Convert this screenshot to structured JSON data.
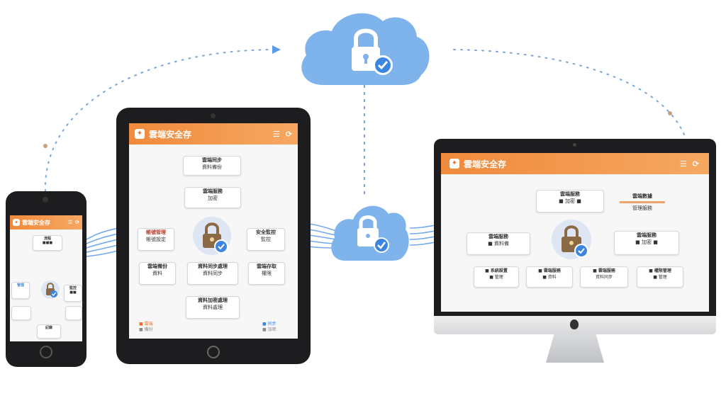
{
  "app": {
    "title": "雲端安全存",
    "logo": "✦"
  },
  "phone": {
    "nodes": {
      "top": {
        "t": "流程",
        "s": "■■■"
      },
      "left": {
        "t": "管理",
        "s": ""
      },
      "right": {
        "t": "監控",
        "s": "■■"
      },
      "bottom": {
        "t": "記錄",
        "s": ""
      }
    }
  },
  "tablet": {
    "nodes": {
      "top": {
        "t": "雲端同步",
        "s": "資料備份"
      },
      "upper": {
        "t": "雲端服務",
        "s": "加密"
      },
      "left": {
        "t": "帳號管理",
        "s": "帳號設定"
      },
      "right": {
        "t": "安全監控",
        "s": "監控"
      },
      "mid_left": {
        "t": "雲端備份",
        "s": "資料"
      },
      "mid_center": {
        "t": "資料同步處理",
        "s": "資料同步"
      },
      "mid_right": {
        "t": "雲端存取",
        "s": "權限"
      },
      "bottom": {
        "t": "資料加密處理",
        "s": "資料處理"
      }
    },
    "legend_left": [
      "■ 雲端",
      "■ 備份"
    ],
    "legend_right": [
      "■ 同步",
      "■ 加密"
    ]
  },
  "monitor": {
    "nodes": {
      "top_center": {
        "t": "雲端服務",
        "s": "■ 加密 ■"
      },
      "top_right": {
        "t": "雲端數據",
        "s": "管理服務"
      },
      "left": {
        "t": "雲端服務",
        "s": "■ 資料備"
      },
      "right": {
        "t": "雲端服務",
        "s": "■ 加密 ■"
      },
      "b1": {
        "t": "■ 系統設置",
        "s": "■ 管理"
      },
      "b2": {
        "t": "■ 雲端服務",
        "s": "■ 資料"
      },
      "b3": {
        "t": "■ 雲端服務",
        "s": "資料同步"
      },
      "b4": {
        "t": "■ 權限管理",
        "s": "■ 管理"
      }
    }
  },
  "colors": {
    "accent": "#f08a3c",
    "cloud": "#7fb3ec",
    "link": "#5b9bea",
    "check": "#3d86e0"
  }
}
